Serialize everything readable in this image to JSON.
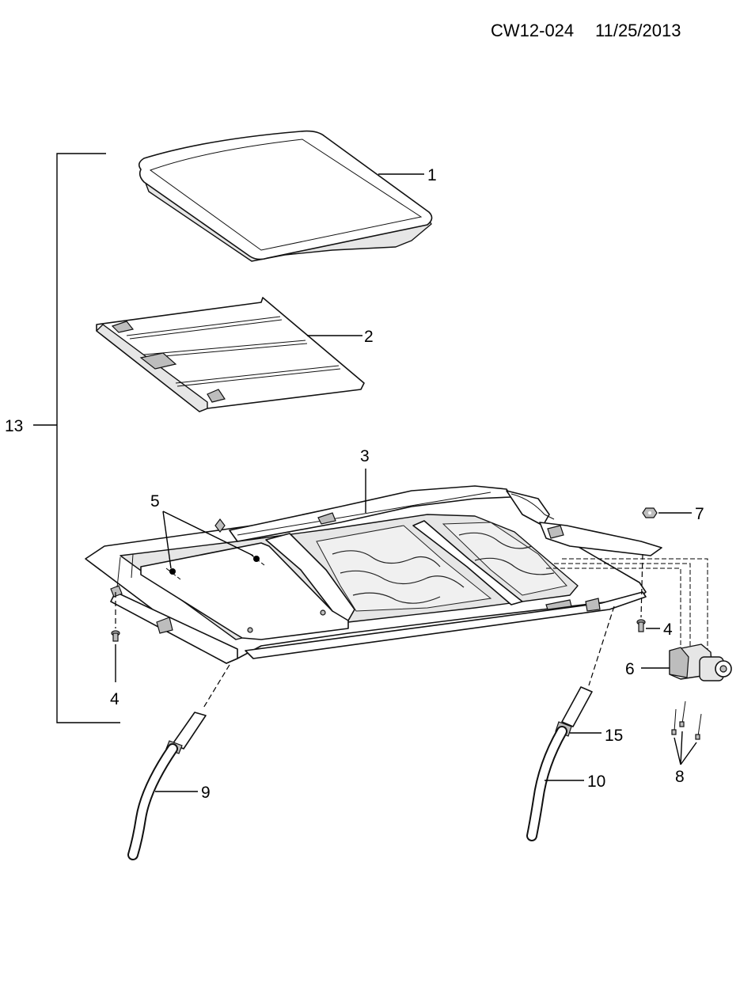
{
  "header": {
    "doc_code": "CW12-024",
    "doc_date": "11/25/2013"
  },
  "callouts": {
    "c1": "1",
    "c2": "2",
    "c3": "3",
    "c4a": "4",
    "c4b": "4",
    "c5": "5",
    "c6": "6",
    "c7": "7",
    "c8": "8",
    "c9": "9",
    "c10": "10",
    "c13": "13",
    "c15": "15"
  }
}
